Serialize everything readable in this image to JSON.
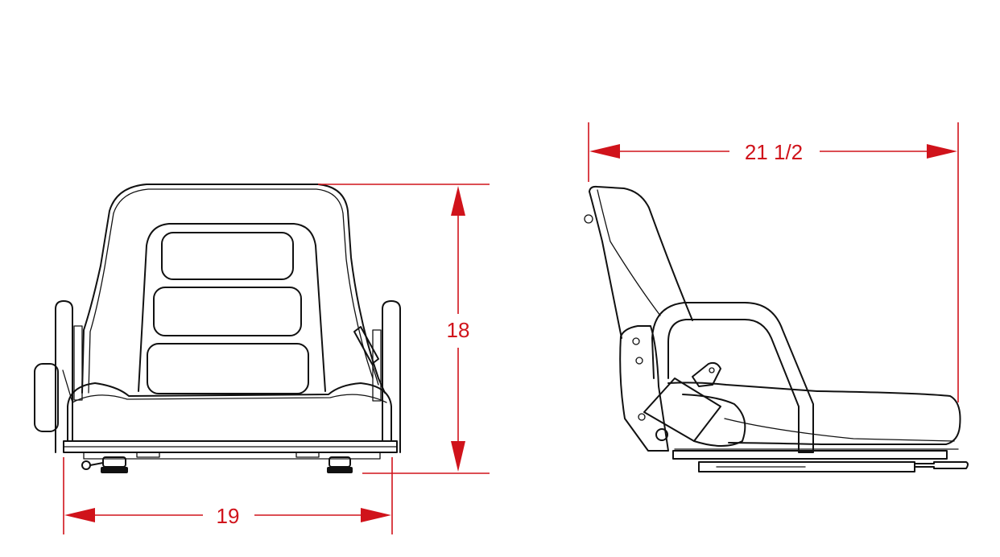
{
  "dimensions": {
    "front_width": "19",
    "front_height": "18",
    "side_depth": "21 1/2"
  },
  "colors": {
    "dimension": "#d0131b",
    "outline": "#111111",
    "background": "#ffffff"
  }
}
